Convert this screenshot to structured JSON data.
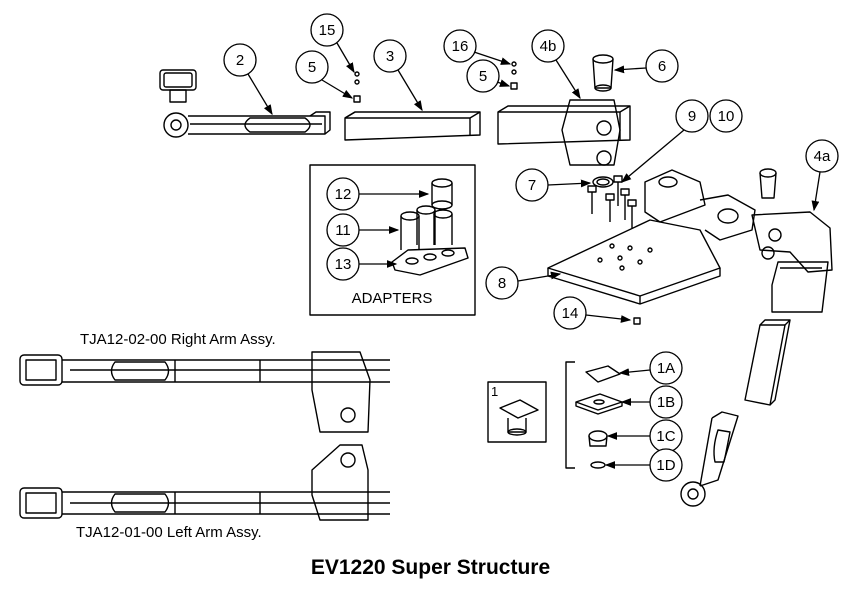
{
  "caption": "EV1220 Super Structure",
  "assemblies": {
    "right_arm": "TJA12-02-00 Right Arm Assy.",
    "left_arm": "TJA12-01-00 Left Arm Assy."
  },
  "adapters_label": "ADAPTERS",
  "kit_label": "1",
  "callouts": {
    "c2": "2",
    "c3": "3",
    "c4a": "4a",
    "c4b": "4b",
    "c5a": "5",
    "c5b": "5",
    "c6": "6",
    "c7": "7",
    "c8": "8",
    "c9": "9",
    "c10": "10",
    "c11": "11",
    "c12": "12",
    "c13": "13",
    "c14": "14",
    "c15": "15",
    "c16": "16",
    "c1a": "1A",
    "c1b": "1B",
    "c1c": "1C",
    "c1d": "1D"
  }
}
